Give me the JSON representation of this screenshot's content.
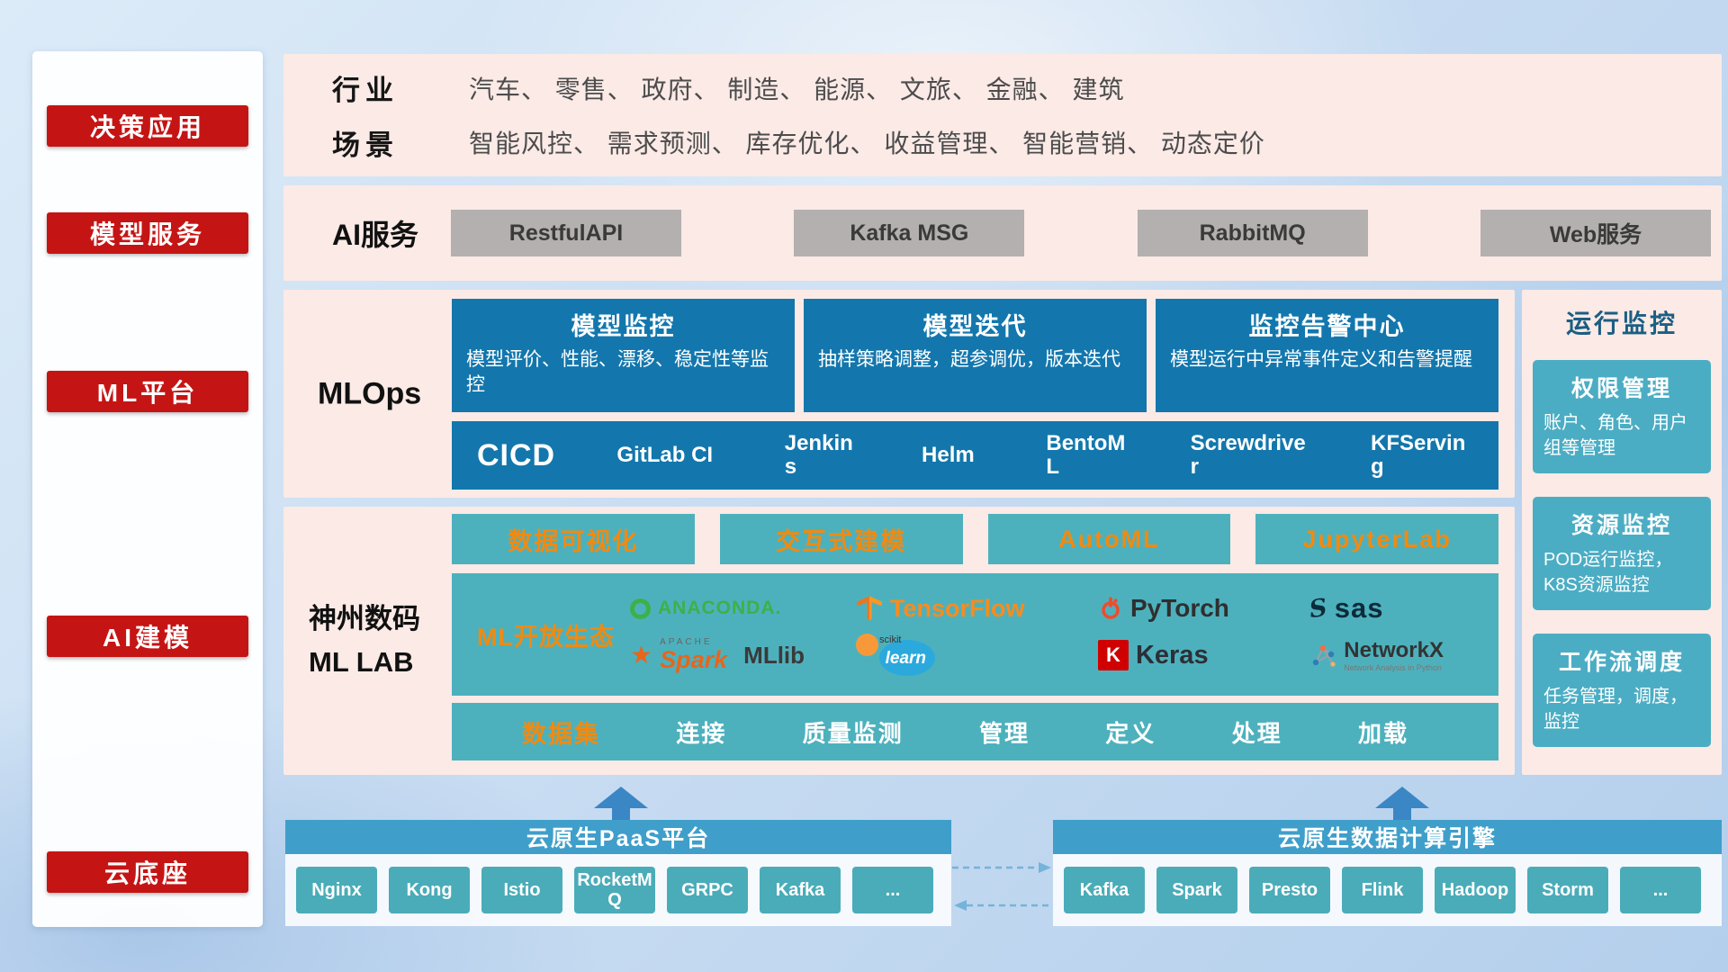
{
  "colors": {
    "badge_red": "#c51414",
    "panel_pink": "#fbeae6",
    "box_blue": "#1377ad",
    "teal": "#4db1bd",
    "monitor_card_blue": "#4badc4",
    "orange_accent": "#f18a10",
    "gray_button": "#b3b0af",
    "paas_bar_blue": "#3f9fca",
    "arrow_blue": "#3b86c5"
  },
  "icons": {
    "spark_star": "★",
    "sas_swirl": "S",
    "anaconda_ring": "green-circle-ring",
    "up_arrow": "arrow-up-solid",
    "dashed_arrow_right": "arrow-right-dashed",
    "dashed_arrow_left": "arrow-left-dashed"
  },
  "sidebar": {
    "items": [
      {
        "label": "决策应用"
      },
      {
        "label": "模型服务"
      },
      {
        "label": "ML平台"
      },
      {
        "label": "AI建模"
      },
      {
        "label": "云底座"
      }
    ]
  },
  "industry": {
    "row1_label": "行业",
    "row1_text": "汽车、 零售、 政府、 制造、 能源、 文旅、 金融、 建筑",
    "row2_label": "场景",
    "row2_text": "智能风控、 需求预测、 库存优化、 收益管理、 智能营销、 动态定价"
  },
  "ai_service": {
    "label": "AI服务",
    "buttons": [
      "RestfulAPI",
      "Kafka MSG",
      "RabbitMQ",
      "Web服务"
    ]
  },
  "mlops": {
    "label": "MLOps",
    "cards": [
      {
        "title": "模型监控",
        "desc": "模型评价、性能、漂移、稳定性等监控"
      },
      {
        "title": "模型迭代",
        "desc": "抽样策略调整，超参调优，版本迭代"
      },
      {
        "title": "监控告警中心",
        "desc": "模型运行中异常事件定义和告警提醒"
      }
    ],
    "cicd": {
      "label": "CICD",
      "tools": [
        "GitLab CI",
        "Jenkins",
        "Helm",
        "BentoML",
        "Screwdriver",
        "KFServing"
      ]
    }
  },
  "monitor": {
    "title": "运行监控",
    "cards": [
      {
        "title": "权限管理",
        "desc": "账户、角色、用户组等管理"
      },
      {
        "title": "资源监控",
        "desc": "POD运行监控，K8S资源监控"
      },
      {
        "title": "工作流调度",
        "desc": "任务管理，调度，监控"
      }
    ]
  },
  "mllab": {
    "label_line1": "神州数码",
    "label_line2": "ML LAB",
    "top_buttons": [
      "数据可视化",
      "交互式建模",
      "AutoML",
      "JupyterLab"
    ],
    "ecosystem": {
      "label": "ML开放生态",
      "logos": {
        "anaconda": "ANACONDA.",
        "tensorflow": "TensorFlow",
        "pytorch": "PyTorch",
        "sas": "sas",
        "spark_small": "APACHE",
        "spark": "Spark",
        "mllib": "MLlib",
        "sklearn_small": "scikit",
        "sklearn": "learn",
        "keras_badge": "K",
        "keras": "Keras",
        "networkx": "NetworkX",
        "networkx_sub": "Network Analysis in Python"
      }
    },
    "dataset": {
      "label": "数据集",
      "items": [
        "连接",
        "质量监测",
        "管理",
        "定义",
        "处理",
        "加载"
      ]
    }
  },
  "cloud": {
    "paas": {
      "title": "云原生PaaS平台",
      "items": [
        "Nginx",
        "Kong",
        "Istio",
        "RocketMQ",
        "GRPC",
        "Kafka",
        "..."
      ]
    },
    "engine": {
      "title": "云原生数据计算引擎",
      "items": [
        "Kafka",
        "Spark",
        "Presto",
        "Flink",
        "Hadoop",
        "Storm",
        "..."
      ]
    }
  }
}
